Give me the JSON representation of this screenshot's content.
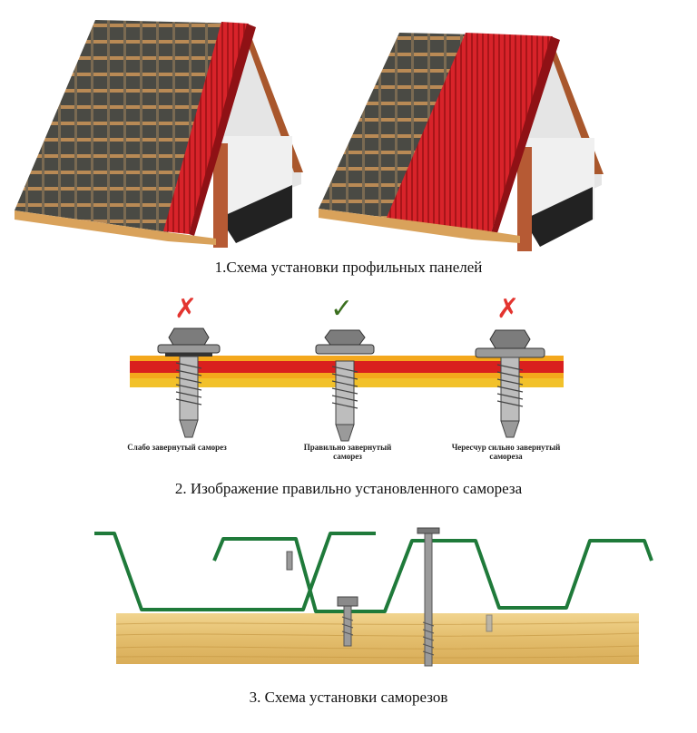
{
  "section1": {
    "caption": "1.Схема установки профильных панелей",
    "roof_color": "#d8232a",
    "batten_color": "#b98a55"
  },
  "section2": {
    "caption": "2. Изображение правильно установленного самореза",
    "marks": [
      "✗",
      "✓",
      "✗"
    ],
    "mark_colors": {
      "wrong": "#e3342f",
      "right": "#3b6f1f"
    },
    "screws": [
      {
        "label": "Слабо завернутый саморез",
        "state": "wrong"
      },
      {
        "label": "Правильно завернутый саморез",
        "state": "right"
      },
      {
        "label": "Чересчур сильно завернутый самореза",
        "state": "wrong"
      }
    ],
    "band_colors": [
      "#f4a81c",
      "#d9201e",
      "#f4a81c",
      "#f2c12a"
    ]
  },
  "section3": {
    "caption": "3. Схема установки саморезов",
    "profile_color": "#1f7a3a",
    "wood_color": "#e8c679"
  }
}
